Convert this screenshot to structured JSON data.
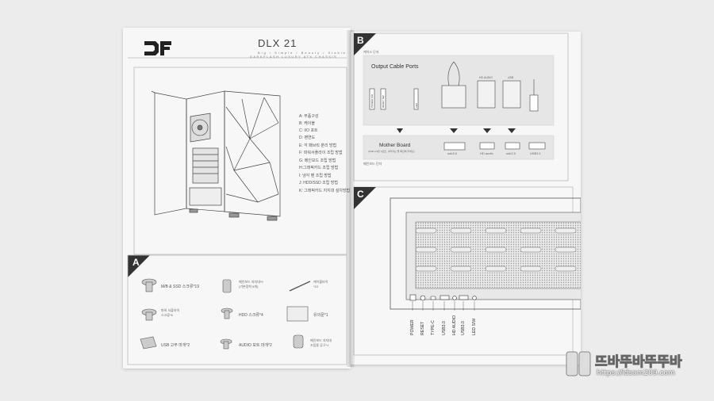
{
  "brand_logo": "DF",
  "left_page": {
    "model": "DLX 21",
    "subtitle_line1": "Big / Simple / Beauty / Stable",
    "subtitle_line2": "DARKFLASH LUXURY ATX CHASSIS",
    "legend": [
      "A: 부품구성",
      "B: 케이블",
      "C: I/O 포트",
      "D: 팬연도",
      "E: 각 패브릭 분리 방법",
      "F: 파워서플라이 조립 방법",
      "G: 메인보드 조립 방법",
      "H:그래픽카드 조립 방법",
      "I: 냉각 팬 조립 방법",
      "J: HDD/SSD 조립 방법",
      "K: 그래픽카드 지지대 설치방법"
    ],
    "section_a": {
      "tag": "A",
      "items": [
        "M/B & SSD 스크류*19",
        "메인보드 지지대*9\n(기본장착 6개)",
        "케이블타이\n*10",
        "파워 서플라이\n스크류*6",
        "HDD 스크류*4",
        "유의문*1",
        "USB 고무 마개*2",
        "AUDIO 포트 마개*2",
        "메인보드 지지대\n조립용 공구*1"
      ]
    }
  },
  "right_page": {
    "section_b": {
      "tag": "B",
      "top_caption": "케이스 단자",
      "output_title": "Output Cable Ports",
      "connector_labels": [
        "POWER SW",
        "RESET SW",
        "LED"
      ],
      "header_labels": [
        "HD AUDIO",
        "USB"
      ],
      "mb_title": "Mother Board",
      "mb_sub": "(USB 2.0은 F포트, 나머지는 몇 확인해 주세요)",
      "ports": [
        "usb3.0",
        "HD audio",
        "usb2.0",
        "USB3.1"
      ],
      "bottom_caption": "메인보드 단자"
    },
    "section_c": {
      "tag": "C",
      "port_labels": [
        "POWER",
        "RESET",
        "TYPE-C",
        "USB3.0",
        "HD AUDIO",
        "USB3.0",
        "LED S/W"
      ]
    }
  },
  "watermark": {
    "logo_text": "뜨바뚜바뚜뚜바",
    "url": "https://idsam209.com"
  }
}
